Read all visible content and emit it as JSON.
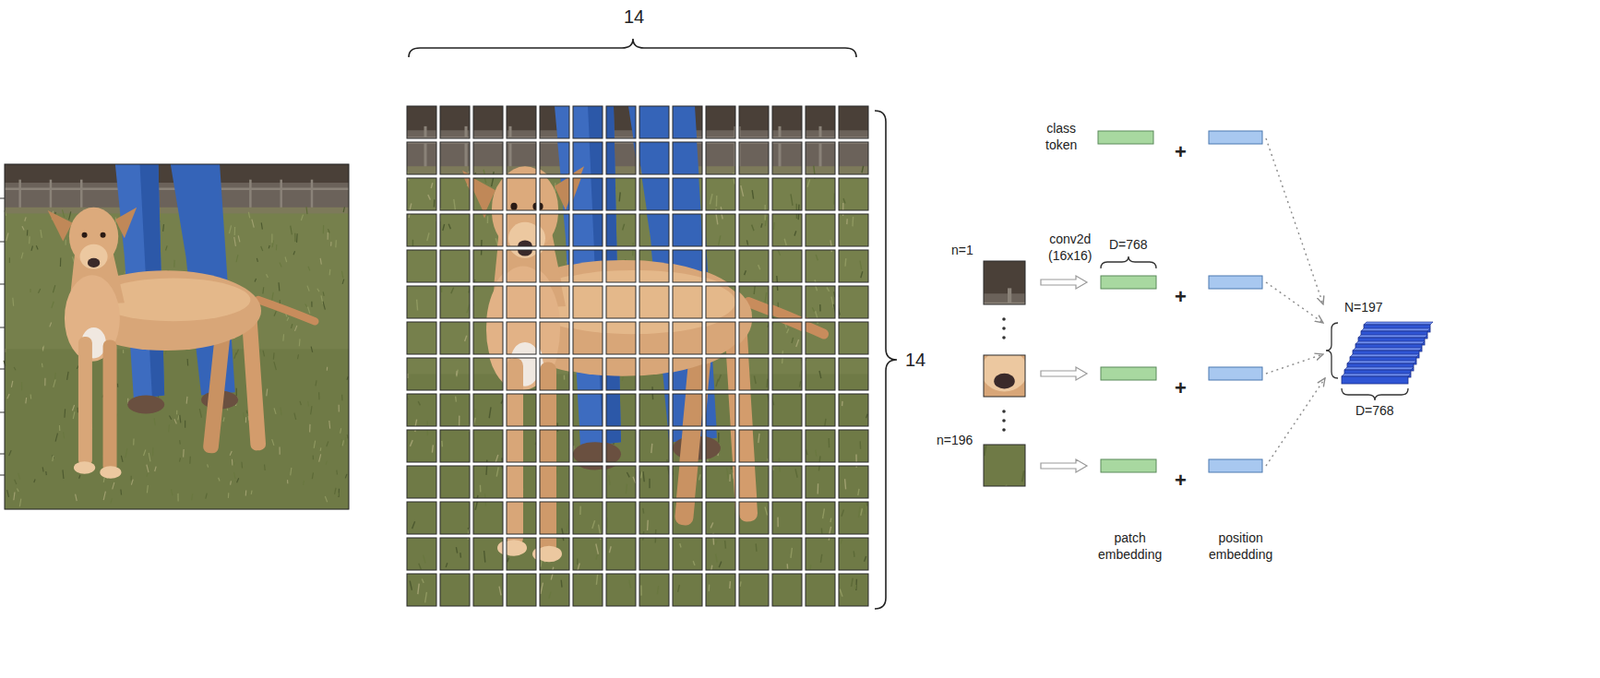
{
  "diagram": {
    "labels": [
      "14",
      "14",
      "class token",
      "+",
      "n=1",
      "conv2d (16x16)",
      "D=768",
      "+",
      "+",
      "n=196",
      "+",
      "N=197",
      "D=768",
      "patch embedding",
      "position embedding"
    ]
  }
}
